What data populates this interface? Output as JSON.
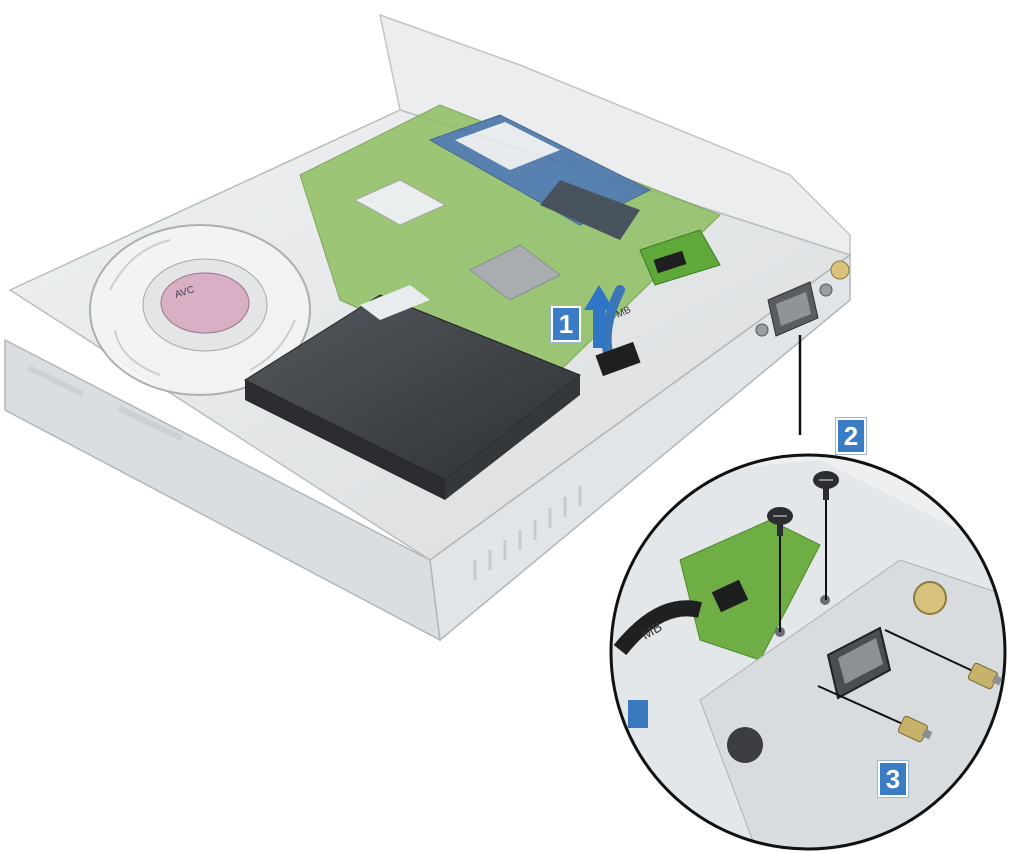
{
  "callouts": [
    {
      "number": "1"
    },
    {
      "number": "2"
    },
    {
      "number": "3"
    }
  ],
  "board_label": "MB",
  "fan_brand": "AVC",
  "icons": [
    "upward-arrow-icon",
    "screw-icon",
    "standoff-screw-icon",
    "vga-connector-icon",
    "cooling-fan-icon"
  ],
  "colors": {
    "callout_blue": "#3b7dc4",
    "arrow_blue": "#2f77c6",
    "pcb_green": "#7db44a",
    "chassis_gray": "#e2e4e6",
    "heatsink_black": "#3c3f42"
  }
}
